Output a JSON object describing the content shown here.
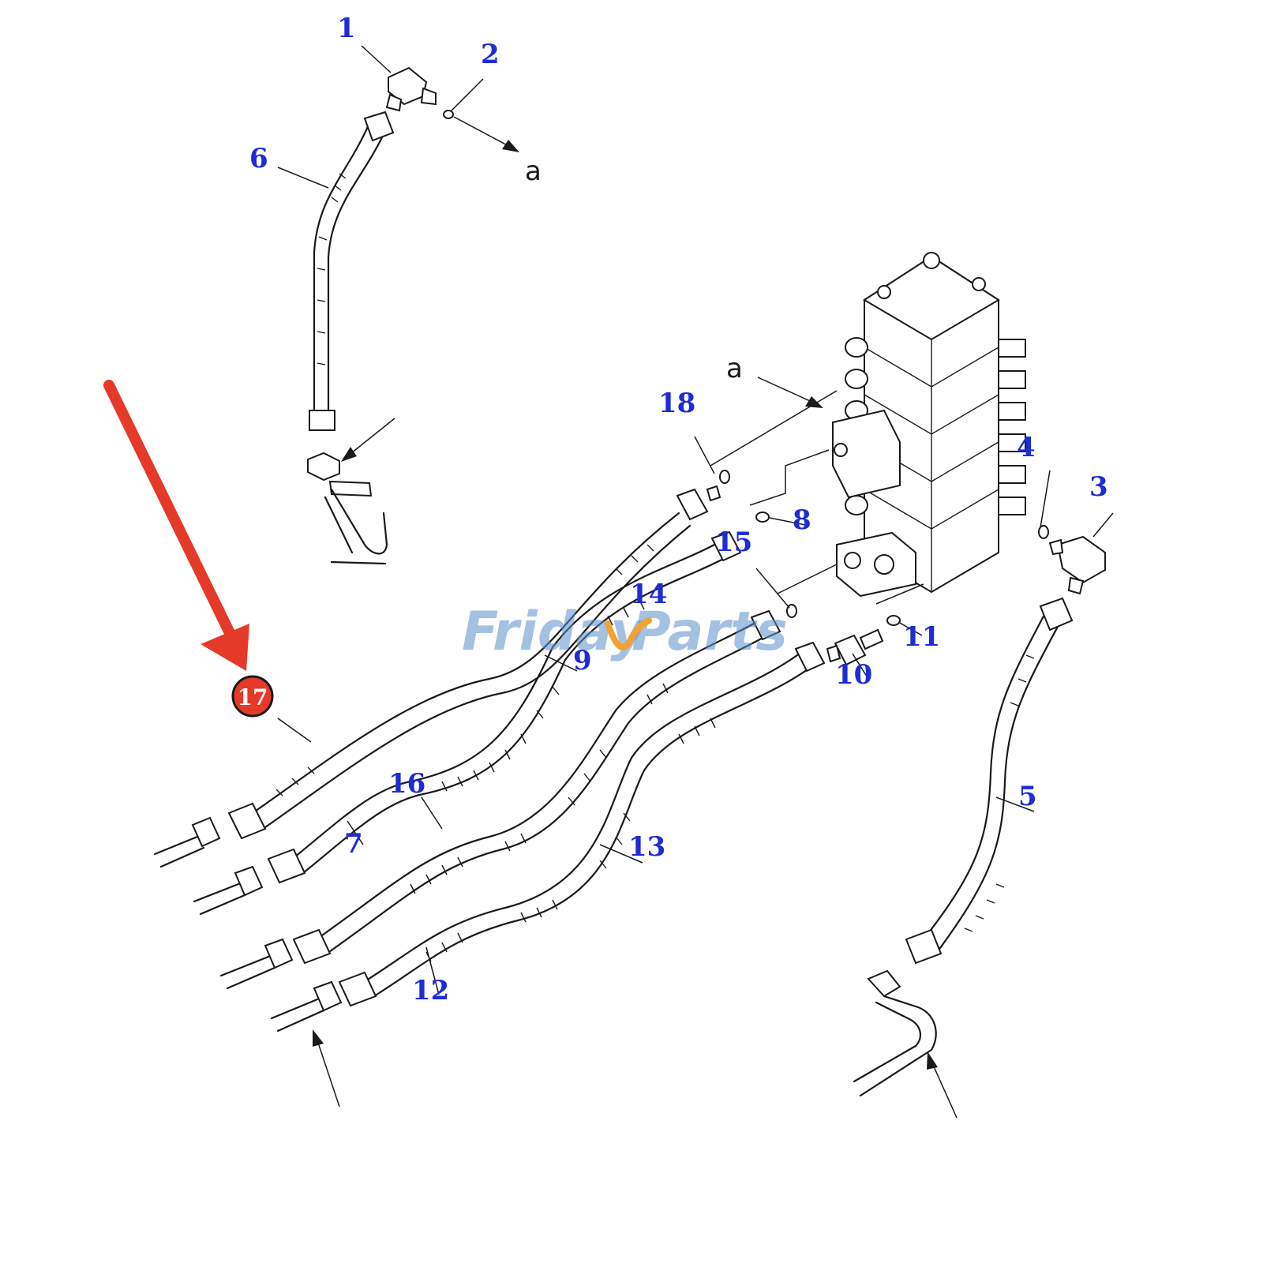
{
  "watermark": {
    "left": "Friday",
    "right": "Parts",
    "colors": {
      "main": "#5b8fc9",
      "accent": "#f2a234"
    }
  },
  "highlight": {
    "part_number": "17",
    "color": "#e53a2a"
  },
  "callouts": {
    "c1": "1",
    "c2": "2",
    "c3": "3",
    "c4": "4",
    "c5": "5",
    "c6": "6",
    "c7": "7",
    "c8": "8",
    "c9": "9",
    "c10": "10",
    "c11": "11",
    "c12": "12",
    "c13": "13",
    "c14": "14",
    "c15": "15",
    "c16": "16",
    "c18": "18"
  },
  "view_letters": {
    "top": "a",
    "mid": "a"
  },
  "colors": {
    "callout_text": "#1f2bd6",
    "line": "#1a1a1a"
  }
}
